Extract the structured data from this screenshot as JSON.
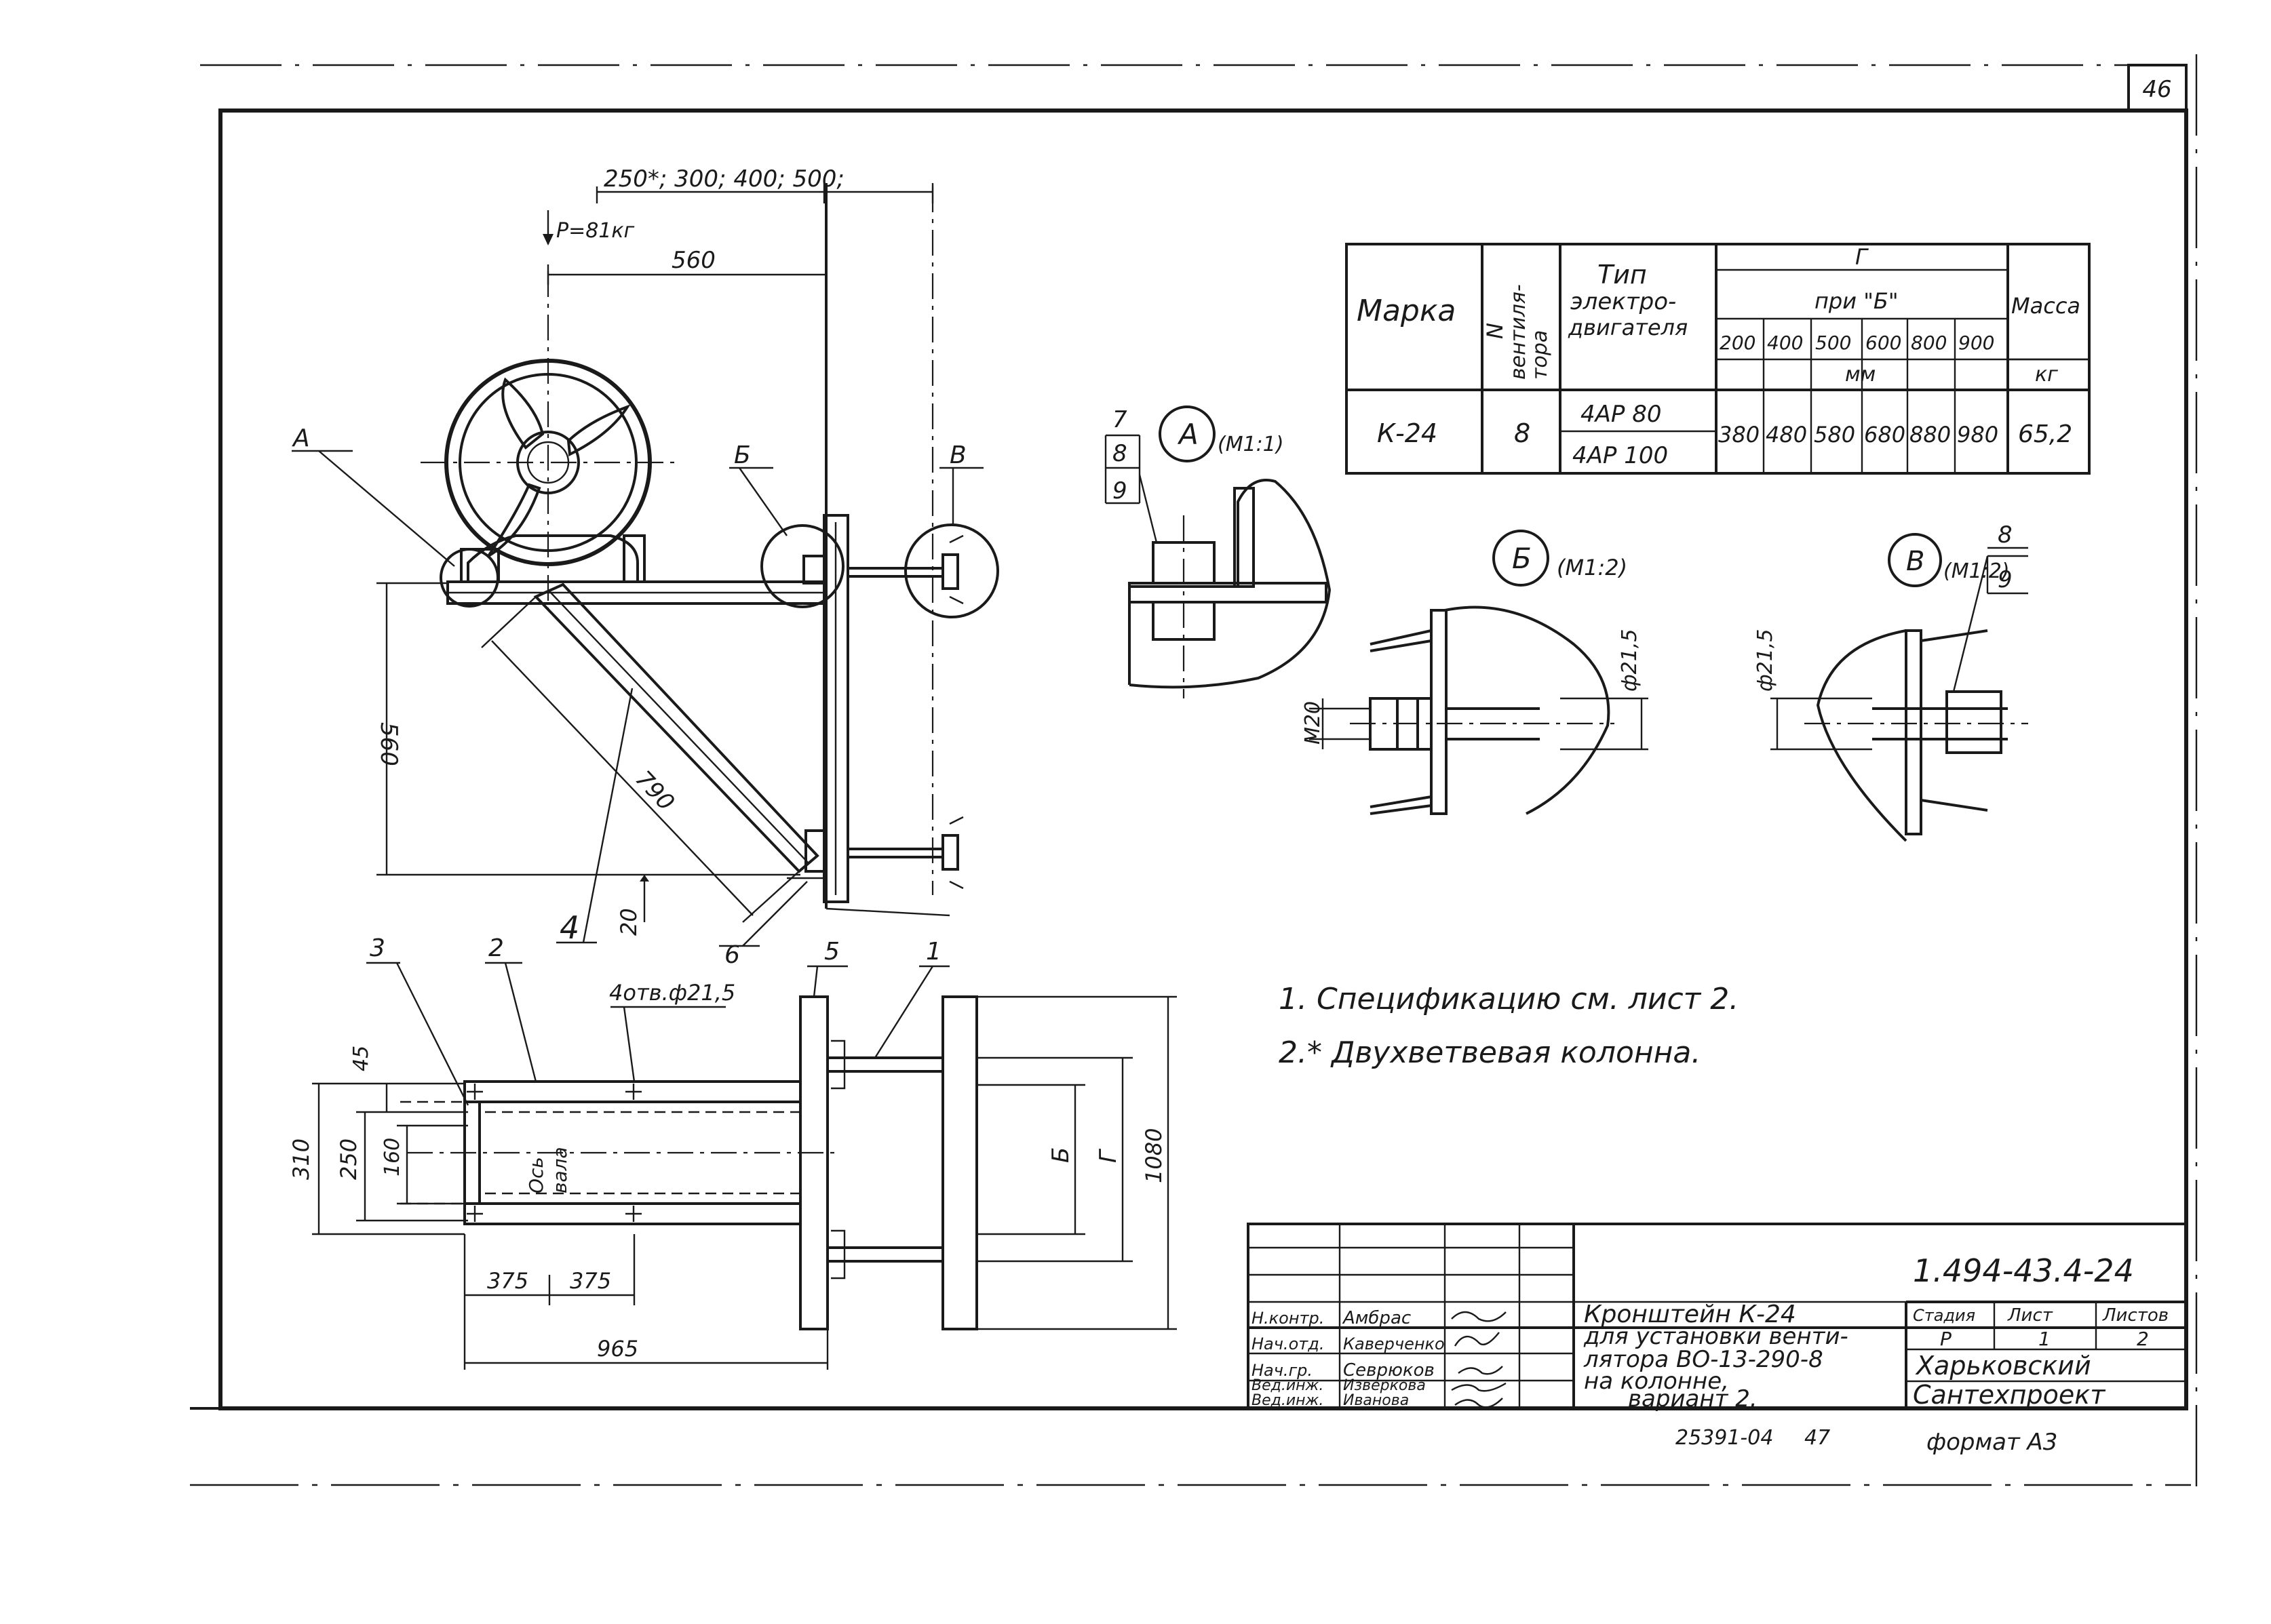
{
  "sheet_number": "46",
  "main_view": {
    "top_dimension": "250*; 300; 400; 500;",
    "load_label": "P=81кг",
    "width_dim": "560",
    "height_dim": "560",
    "brace_dim": "790",
    "offset_dim": "20",
    "callout_a": "А",
    "callout_b": "Б",
    "callout_v": "В",
    "pos_4": "4",
    "pos_6": "6"
  },
  "plan_view": {
    "pos_3": "3",
    "pos_2": "2",
    "pos_5": "5",
    "pos_1": "1",
    "holes_label": "4отв.ф21,5",
    "dim_45": "45",
    "dim_310": "310",
    "dim_250": "250",
    "dim_160": "160",
    "axis_label_1": "Ось",
    "axis_label_2": "вала",
    "dim_375_a": "375",
    "dim_375_b": "375",
    "dim_965": "965",
    "dim_b": "Б",
    "dim_g": "Г",
    "dim_1080": "1080"
  },
  "details": {
    "a": {
      "letter": "А",
      "scale": "(М1:1)",
      "pos_7": "7",
      "pos_8": "8",
      "pos_9": "9"
    },
    "b": {
      "letter": "Б",
      "scale": "(М1:2)",
      "thread": "М20",
      "hole": "ф21,5"
    },
    "v": {
      "letter": "В",
      "scale": "(М1:2)",
      "hole": "ф21,5",
      "pos_8": "8",
      "pos_9": "9"
    }
  },
  "spec_table": {
    "col_mark": "Марка",
    "col_fan_1": "N",
    "col_fan_2": "вентиля-",
    "col_fan_3": "тора",
    "col_motor_1": "Тип",
    "col_motor_2": "электро-",
    "col_motor_3": "двигателя",
    "col_g": "Г",
    "col_at_b": "при \"Б\"",
    "b_values": [
      "200",
      "400",
      "500",
      "600",
      "800",
      "900"
    ],
    "unit_mm": "мм",
    "col_mass": "Масса",
    "unit_kg": "кг",
    "row": {
      "mark": "К-24",
      "fan": "8",
      "motor_1": "4АР 80",
      "motor_2": "4АР 100",
      "g_values": [
        "380",
        "480",
        "580",
        "680",
        "880",
        "980"
      ],
      "mass": "65,2"
    }
  },
  "notes": [
    "1. Спецификацию см. лист 2.",
    "2.* Двухветвевая колонна."
  ],
  "title_block": {
    "doc_code": "1.494-43.4-24",
    "roles": [
      "Н.контр.",
      "Нач.отд.",
      "Нач.гр.",
      "Вед.инж.",
      "Вед.инж."
    ],
    "names": [
      "Амбрас",
      "Каверченко",
      "Севрюков",
      "Изверкова",
      "Иванова"
    ],
    "title_lines": [
      "Кронштейн К-24",
      "для установки венти-",
      "лятора ВО-13-290-8",
      "на колонне,",
      "вариант 2."
    ],
    "stage_label": "Стадия",
    "sheet_label": "Лист",
    "sheets_label": "Листов",
    "stage_value": "Р",
    "sheet_value": "1",
    "sheets_value": "2",
    "org_1": "Харьковский",
    "org_2": "Сантехпроект"
  },
  "inventory_number": "25391-04",
  "page_marker": "47",
  "format_label": "формат А3"
}
